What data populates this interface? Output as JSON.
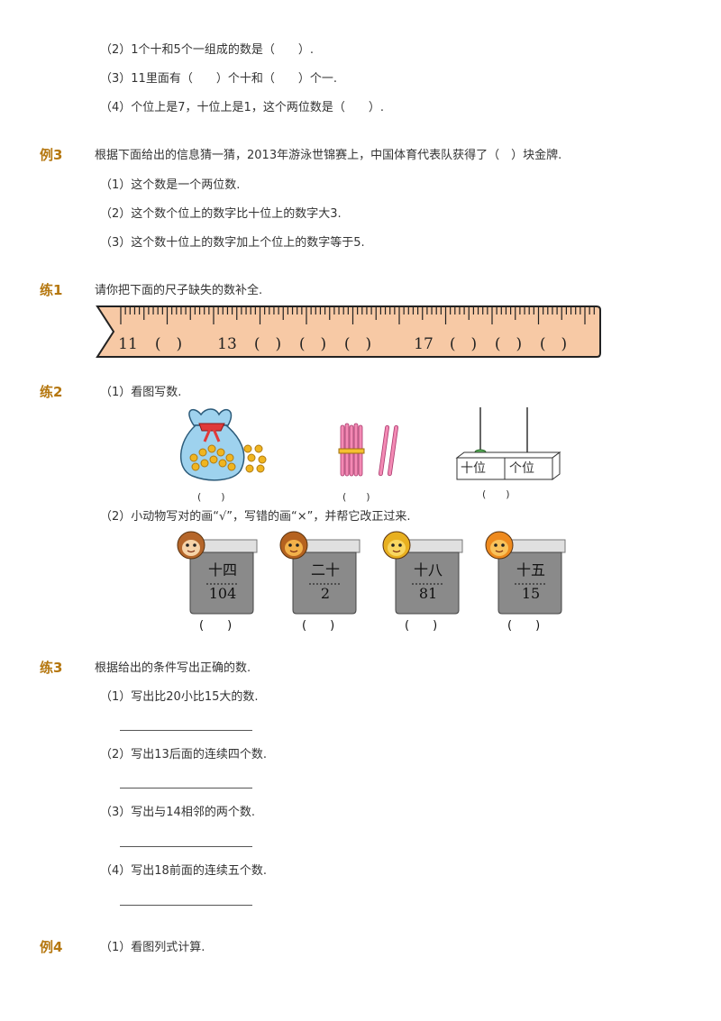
{
  "top_items": [
    "（2）1个十和5个一组成的数是（　　）.",
    "（3）11里面有（　　）个十和（　　）个一.",
    "（4）个位上是7，十位上是1，这个两位数是（　　）."
  ],
  "ex3": {
    "label": "例3",
    "question": "根据下面给出的信息猜一猜，2013年游泳世锦赛上，中国体育代表队获得了（　）块金牌.",
    "items": [
      "（1）这个数是一个两位数.",
      "（2）这个数个位上的数字比十位上的数字大3.",
      "（3）这个数十位上的数字加上个位上的数字等于5."
    ]
  },
  "p1": {
    "label": "练1",
    "question": "请你把下面的尺子缺失的数补全.",
    "ruler_labels": [
      "11",
      "(　)",
      "13",
      "(　)",
      "(　)",
      "(　)",
      "17",
      "(　)",
      "(　)",
      "(　)"
    ],
    "ruler_color": "#f7c9a5"
  },
  "p2": {
    "label": "练2",
    "sub1": "（1）看图写数.",
    "abacus_labels": [
      "十位",
      "个位"
    ],
    "blanks": [
      "(　　)",
      "(　　)",
      "(　　)"
    ],
    "sub2": "（2）小动物写对的画“√”，写错的画“×”，并帮它改正过来.",
    "cards": [
      {
        "animal": "monkey-icon",
        "chinese": "十四",
        "number": "104",
        "blank": "(　　)"
      },
      {
        "animal": "lion-icon",
        "chinese": "二十",
        "number": "2",
        "blank": "(　　)"
      },
      {
        "animal": "cat-icon",
        "chinese": "十八",
        "number": "81",
        "blank": "(　　)"
      },
      {
        "animal": "tiger-icon",
        "chinese": "十五",
        "number": "15",
        "blank": "(　　)"
      }
    ]
  },
  "p3": {
    "label": "练3",
    "question": "根据给出的条件写出正确的数.",
    "items": [
      "（1）写出比20小比15大的数.",
      "（2）写出13后面的连续四个数.",
      "（3）写出与14相邻的两个数.",
      "（4）写出18前面的连续五个数."
    ]
  },
  "ex4": {
    "label": "例4",
    "item": "（1）看图列式计算."
  }
}
